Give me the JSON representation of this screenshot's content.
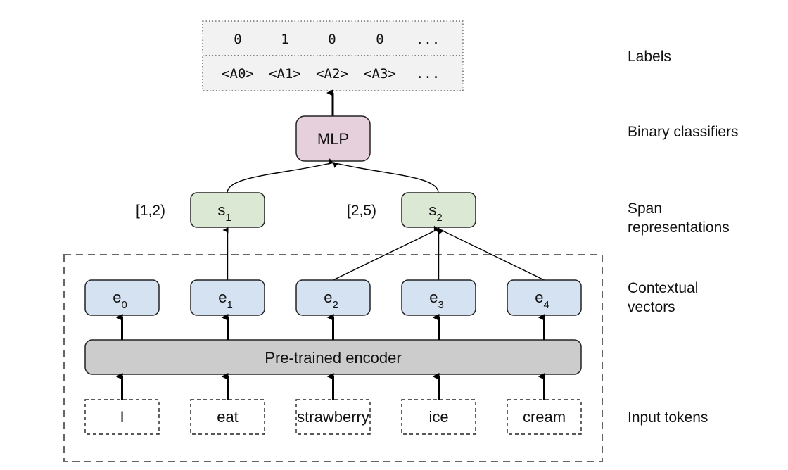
{
  "labels_box": {
    "binary_values": [
      "0",
      "1",
      "0",
      "0",
      "..."
    ],
    "argument_tags": [
      "<A0>",
      "<A1>",
      "<A2>",
      "<A3>",
      "..."
    ]
  },
  "classifier": {
    "label": "MLP",
    "color": "#e6d0dc"
  },
  "spans": [
    {
      "name": "s",
      "sub": "1",
      "range": "[1,2)",
      "color": "#dbe8d4"
    },
    {
      "name": "s",
      "sub": "2",
      "range": "[2,5)",
      "color": "#dbe8d4"
    }
  ],
  "contextual_vectors": [
    {
      "name": "e",
      "sub": "0"
    },
    {
      "name": "e",
      "sub": "1"
    },
    {
      "name": "e",
      "sub": "2"
    },
    {
      "name": "e",
      "sub": "3"
    },
    {
      "name": "e",
      "sub": "4"
    }
  ],
  "contextual_color": "#d5e2f1",
  "encoder": {
    "label": "Pre-trained encoder",
    "color": "#cccccc"
  },
  "input_tokens": [
    "I",
    "eat",
    "strawberry",
    "ice",
    "cream"
  ],
  "side_labels": {
    "labels": "Labels",
    "binary_classifiers": "Binary classifiers",
    "span_representations_1": "Span",
    "span_representations_2": "representations",
    "contextual_vectors_1": "Contextual",
    "contextual_vectors_2": "vectors",
    "input_tokens": "Input tokens"
  }
}
